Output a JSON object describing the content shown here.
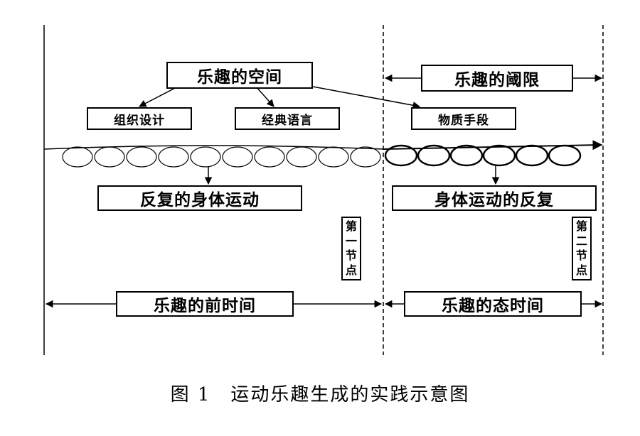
{
  "labels": {
    "fun_space": "乐趣的空间",
    "fun_threshold": "乐趣的阈限",
    "org_design": "组织设计",
    "classic_language": "经典语言",
    "material_means": "物质手段",
    "repeated_motion": "反复的身体运动",
    "motion_repetition": "身体运动的反复",
    "pre_time": "乐趣的前时间",
    "state_time": "乐趣的态时间"
  },
  "nodes": {
    "first": [
      "第",
      "一",
      "节",
      "点"
    ],
    "second": [
      "第",
      "二",
      "节",
      "点"
    ]
  },
  "caption": "图 1　运动乐趣生成的实践示意图"
}
